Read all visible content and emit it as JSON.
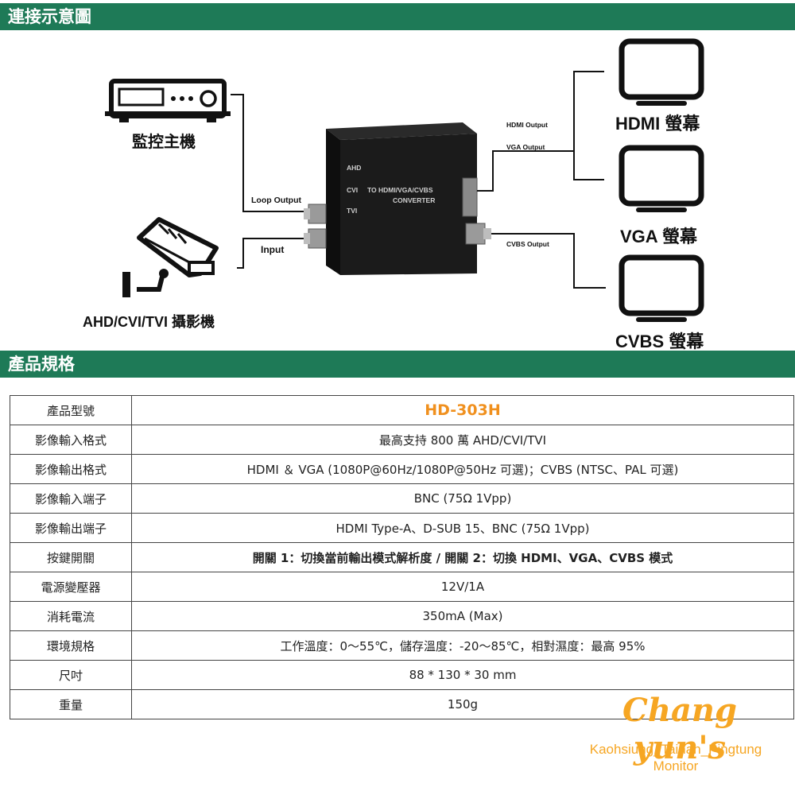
{
  "sections": {
    "connection": "連接示意圖",
    "spec": "產品規格"
  },
  "diagram": {
    "dvr_label": "監控主機",
    "camera_label": "AHD/CVI/TVI 攝影機",
    "loop_output": "Loop Output",
    "input": "Input",
    "converter_modes": [
      "AHD",
      "CVI",
      "TVI"
    ],
    "converter_text_1": "TO HDMI/VGA/CVBS",
    "converter_text_2": "CONVERTER",
    "hdmi_output": "HDMI Output",
    "vga_output": "VGA Output",
    "cvbs_output": "CVBS Output",
    "hdmi_monitor": "HDMI 螢幕",
    "vga_monitor": "VGA 螢幕",
    "cvbs_monitor": "CVBS 螢幕"
  },
  "spec_rows": [
    {
      "key": "產品型號",
      "value": "HD-303H"
    },
    {
      "key": "影像輸入格式",
      "value": "最高支持 800 萬 AHD/CVI/TVI"
    },
    {
      "key": "影像輸出格式",
      "value": "HDMI ＆ VGA (1080P@60Hz/1080P@50Hz 可選)；CVBS (NTSC、PAL 可選)"
    },
    {
      "key": "影像輸入端子",
      "value": "BNC (75Ω 1Vpp)"
    },
    {
      "key": "影像輸出端子",
      "value": "HDMI Type-A、D-SUB 15、BNC (75Ω 1Vpp)"
    },
    {
      "key": "按鍵開關",
      "value": "開關 1：切換當前輸出模式解析度 / 開關 2：切換 HDMI、VGA、CVBS 模式"
    },
    {
      "key": "電源變壓器",
      "value": "12V/1A"
    },
    {
      "key": "消耗電流",
      "value": "350mA (Max)"
    },
    {
      "key": "環境規格",
      "value": "工作溫度：0～55℃，儲存溫度：-20～85℃，相對濕度：最高 95%"
    },
    {
      "key": "尺吋",
      "value": "88 * 130 * 30 mm"
    },
    {
      "key": "重量",
      "value": "150g"
    }
  ],
  "watermark": {
    "title": "Chang yun's",
    "line1": "Kaohsiung_Tainan_Pingtung",
    "line2": "Monitor"
  },
  "colors": {
    "section_bar": "#1e7a57",
    "model_text": "#f0901e",
    "watermark": "#f6a623"
  }
}
